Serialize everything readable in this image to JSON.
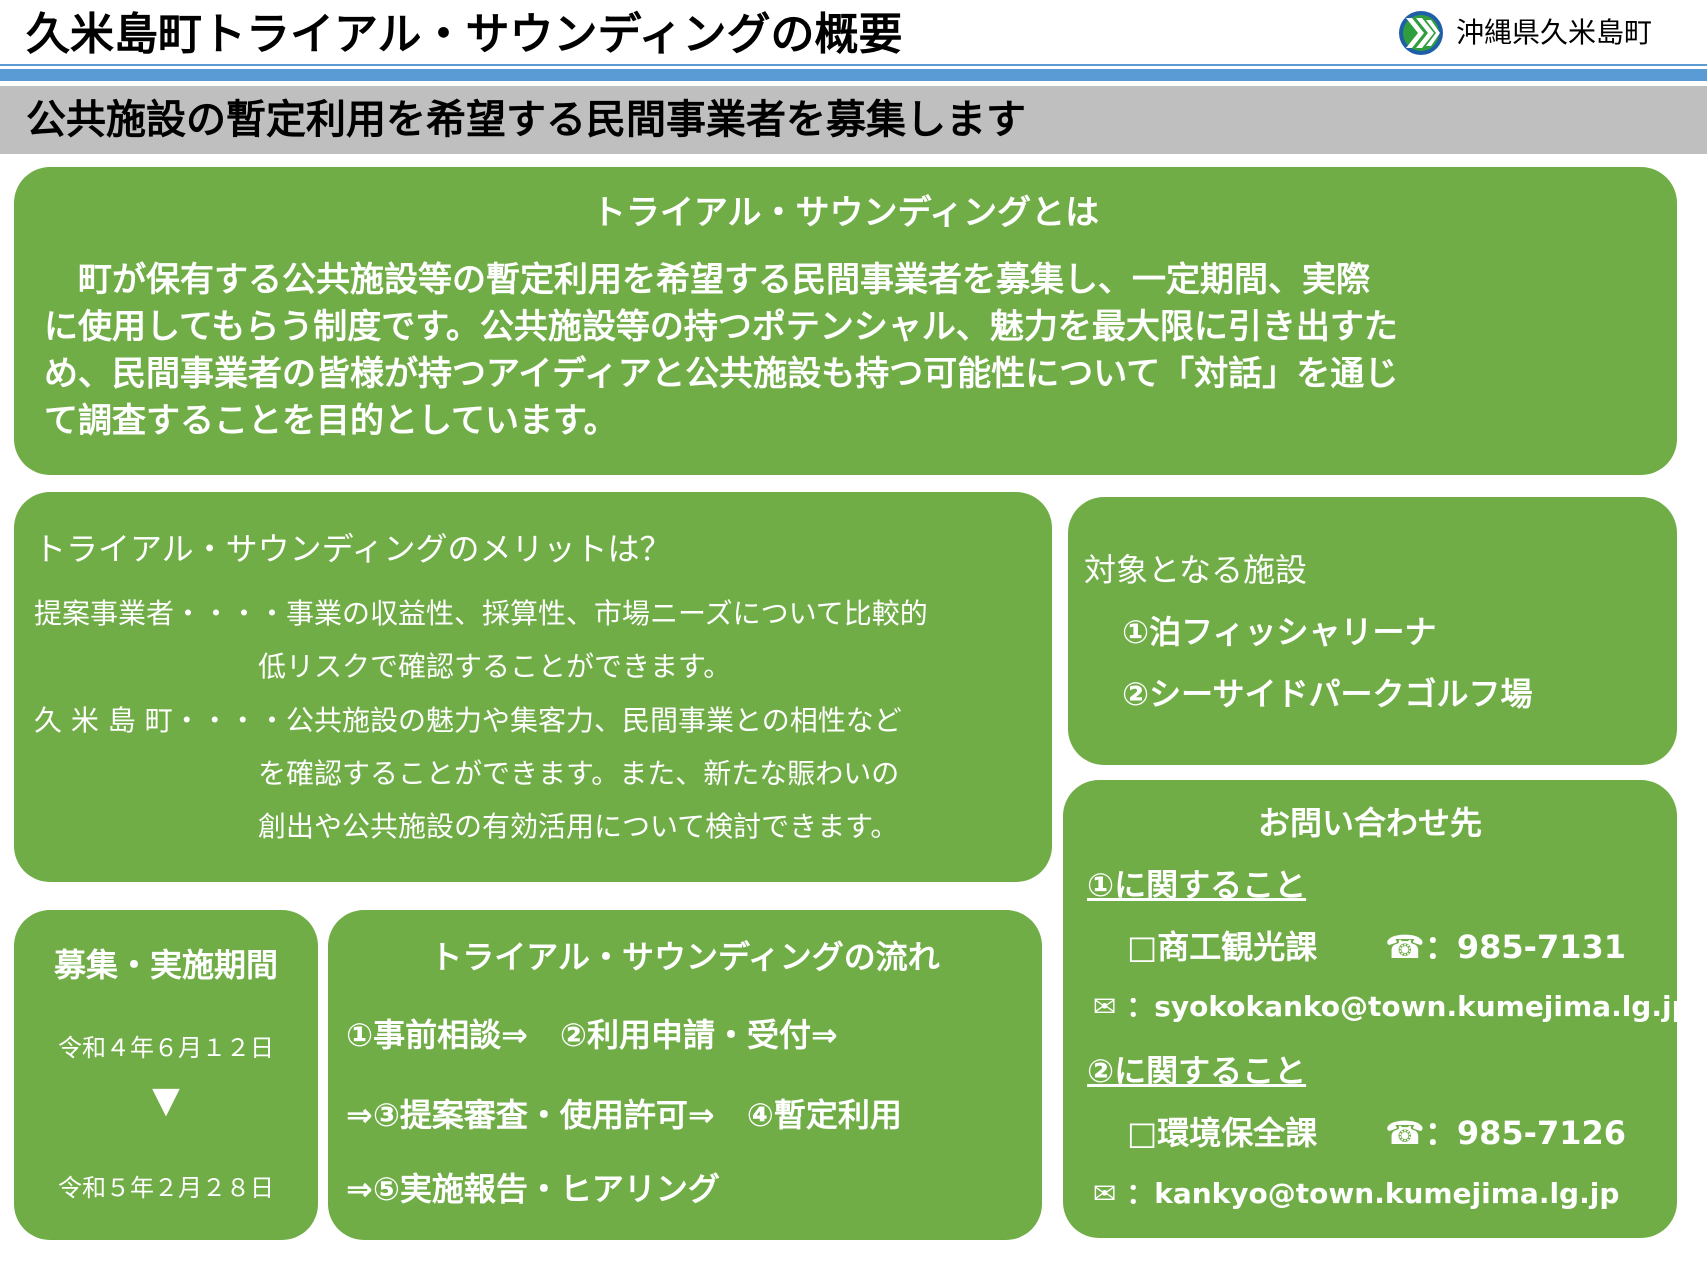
{
  "header": {
    "title": "久米島町トライアル・サウンディングの概要",
    "logo_text": "沖縄県久米島町",
    "logo_icon": "kumejima-town-emblem-icon",
    "subtitle": "公共施設の暫定利用を希望する民間事業者を募集します"
  },
  "about": {
    "heading": "トライアル・サウンディングとは",
    "lines": [
      "　町が保有する公共施設等の暫定利用を希望する民間事業者を募集し、一定期間、実際",
      "に使用してもらう制度です。公共施設等の持つポテンシャル、魅力を最大限に引き出すた",
      "め、民間事業者の皆様が持つアイディアと公共施設も持つ可能性について「対話」を通じ",
      "て調査することを目的としています。"
    ]
  },
  "merits": {
    "heading": "トライアル・サウンディングのメリットは？",
    "proposer_label": "提案事業者・・・",
    "proposer_lines": [
      "・事業の収益性、採算性、市場ニーズについて比較的",
      "低リスクで確認することができます。"
    ],
    "town_label": "久 米 島 町・・・",
    "town_lines": [
      "・公共施設の魅力や集客力、民間事業との相性など",
      "を確認することができます。また、新たな賑わいの",
      "創出や公共施設の有効活用について検討できます。"
    ]
  },
  "facilities": {
    "heading": "対象となる施設",
    "items": [
      "①泊フィッシャリーナ",
      "②シーサイドパークゴルフ場"
    ]
  },
  "contact": {
    "heading": "お問い合わせ先",
    "groups": [
      {
        "label": "①に関すること",
        "dept": "□商工観光課",
        "tel": "☎：985-7131",
        "mail": "✉ ：syokokanko@town.kumejima.lg.jp"
      },
      {
        "label": "②に関すること",
        "dept": "□環境保全課",
        "tel": "☎：985-7126",
        "mail": "✉ ：kankyo@town.kumejima.lg.jp"
      }
    ]
  },
  "period": {
    "heading": "募集・実施期間",
    "start": "令和４年６月１２日",
    "arrow": "▼",
    "end": "令和５年２月２８日"
  },
  "flow": {
    "heading": "トライアル・サウンディングの流れ",
    "lines": [
      "①事前相談⇒　②利用申請・受付⇒",
      "⇒③提案審査・使用許可⇒　④暫定利用",
      "⇒⑤実施報告・ヒアリング"
    ]
  },
  "colors": {
    "panel_green": "#70ad47",
    "rule_blue": "#5b9bd5",
    "subtitle_bar_gray": "#bfbfbf"
  }
}
